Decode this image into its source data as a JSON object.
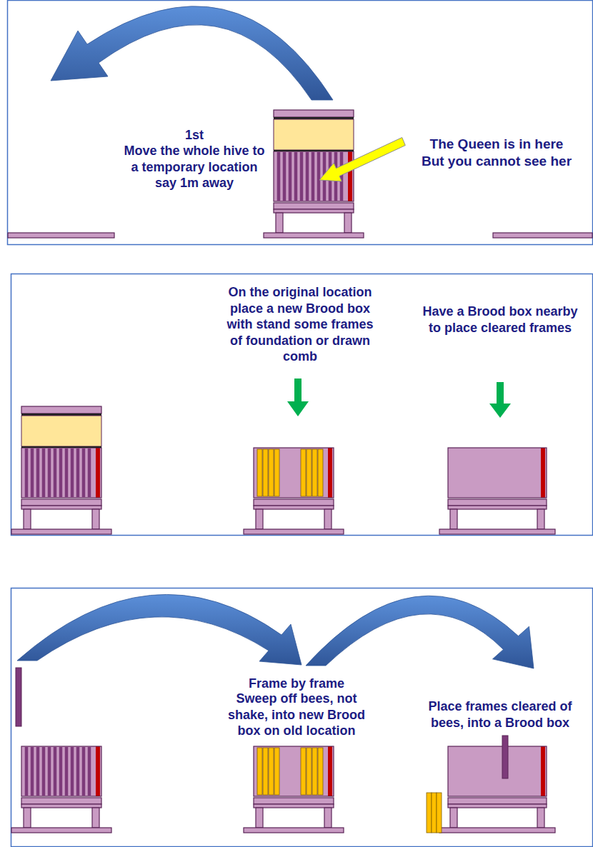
{
  "diagram": {
    "labels": [
      "1st",
      "Move the whole hive to a temporary location say 1m away",
      "The Queen is in here But you cannot see her",
      "On the original location place a new Brood box with stand some frames of foundation or drawn comb",
      "Have a Brood box nearby to place cleared frames",
      "Frame by frame",
      "Sweep off bees, not shake, into new Brood box on old location",
      "Place frames cleared of bees, into a Brood box"
    ]
  }
}
